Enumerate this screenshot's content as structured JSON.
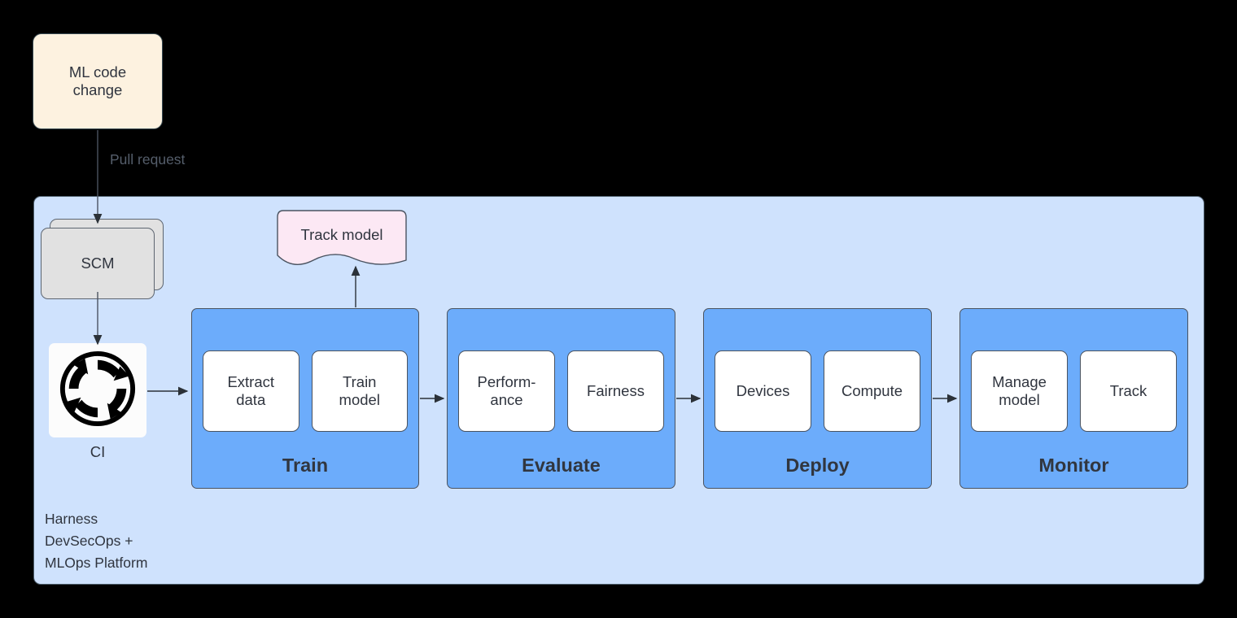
{
  "diagram": {
    "title": "Harness DevSecOps + MLOps Platform pipeline",
    "source_node": {
      "label": "ML code\nchange"
    },
    "edges": {
      "pull_request_label": "Pull request"
    },
    "platform": {
      "label": "Harness\nDevSecOps +\nMLOps Platform"
    },
    "scm": {
      "label": "SCM"
    },
    "ci": {
      "label": "CI",
      "icon": "ci-cycle-icon"
    },
    "artifact": {
      "label": "Track model"
    },
    "stages": [
      {
        "name": "Train",
        "items": [
          {
            "label": "Extract\ndata"
          },
          {
            "label": "Train\nmodel"
          }
        ]
      },
      {
        "name": "Evaluate",
        "items": [
          {
            "label": "Perform-\nance"
          },
          {
            "label": "Fairness"
          }
        ]
      },
      {
        "name": "Deploy",
        "items": [
          {
            "label": "Devices"
          },
          {
            "label": "Compute"
          }
        ]
      },
      {
        "name": "Monitor",
        "items": [
          {
            "label": "Manage\nmodel"
          },
          {
            "label": "Track"
          }
        ]
      }
    ],
    "colors": {
      "background": "#000000",
      "source_fill": "#fdf2e0",
      "platform_fill": "#cfe2fd",
      "stage_fill": "#6cacfb",
      "item_fill": "#ffffff",
      "scm_fill": "#e1e1e1",
      "artifact_fill": "#fce8f4",
      "stroke": "#4a5360",
      "text": "#30353f",
      "edge_label_text": "#555e6b"
    }
  }
}
